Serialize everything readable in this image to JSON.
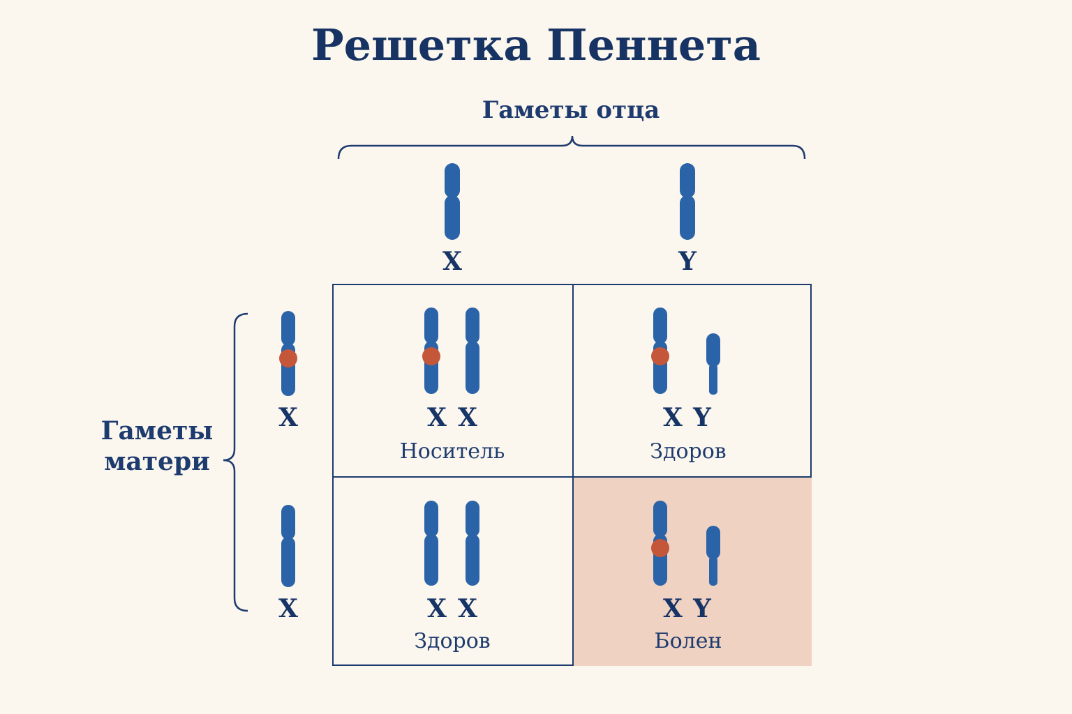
{
  "title": "Решетка Пеннета",
  "father": {
    "label": "Гаметы отца",
    "gametes": [
      {
        "letter": "X"
      },
      {
        "letter": "Y"
      }
    ]
  },
  "mother": {
    "label_line1": "Гаметы",
    "label_line2": "матери",
    "gametes": [
      {
        "letter": "X",
        "marked": true
      },
      {
        "letter": "X",
        "marked": false
      }
    ]
  },
  "cells": [
    {
      "genotype_a": "X",
      "genotype_b": "X",
      "status": "Носитель"
    },
    {
      "genotype_a": "X",
      "genotype_b": "Y",
      "status": "Здоров"
    },
    {
      "genotype_a": "X",
      "genotype_b": "X",
      "status": "Здоров"
    },
    {
      "genotype_a": "X",
      "genotype_b": "Y",
      "status": "Болен"
    }
  ],
  "colors": {
    "chromosome": "#2b63a8",
    "marker": "#c4573a",
    "affected_cell": "#efd2c2",
    "ink": "#173466"
  }
}
